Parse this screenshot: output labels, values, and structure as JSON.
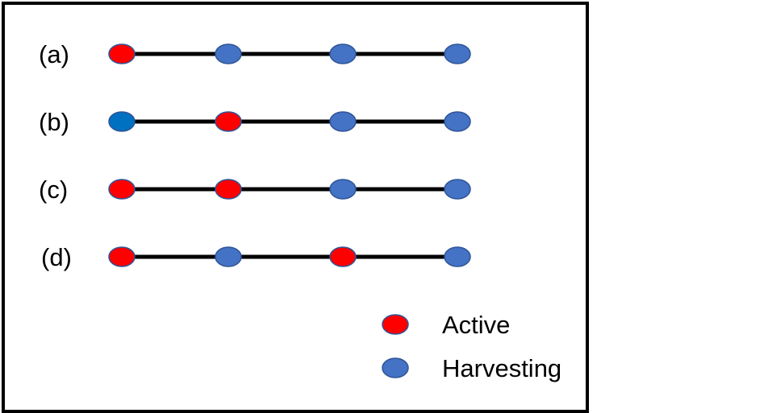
{
  "rows": [
    {
      "label": "(a)",
      "nodes": [
        "active",
        "harvesting",
        "harvesting",
        "harvesting"
      ]
    },
    {
      "label": "(b)",
      "nodes": [
        "harvesting-dark",
        "active",
        "harvesting",
        "harvesting"
      ]
    },
    {
      "label": "(c)",
      "nodes": [
        "active",
        "active",
        "harvesting",
        "harvesting"
      ]
    },
    {
      "label": "(d)",
      "nodes": [
        "active",
        "harvesting",
        "active",
        "harvesting"
      ]
    }
  ],
  "legend": {
    "active_label": "Active",
    "harvesting_label": "Harvesting"
  },
  "colors": {
    "active": "#ff0000",
    "harvesting": "#4472c4",
    "harvesting-dark": "#0070c0",
    "node_outline": "#2f5597",
    "line": "#000000"
  }
}
